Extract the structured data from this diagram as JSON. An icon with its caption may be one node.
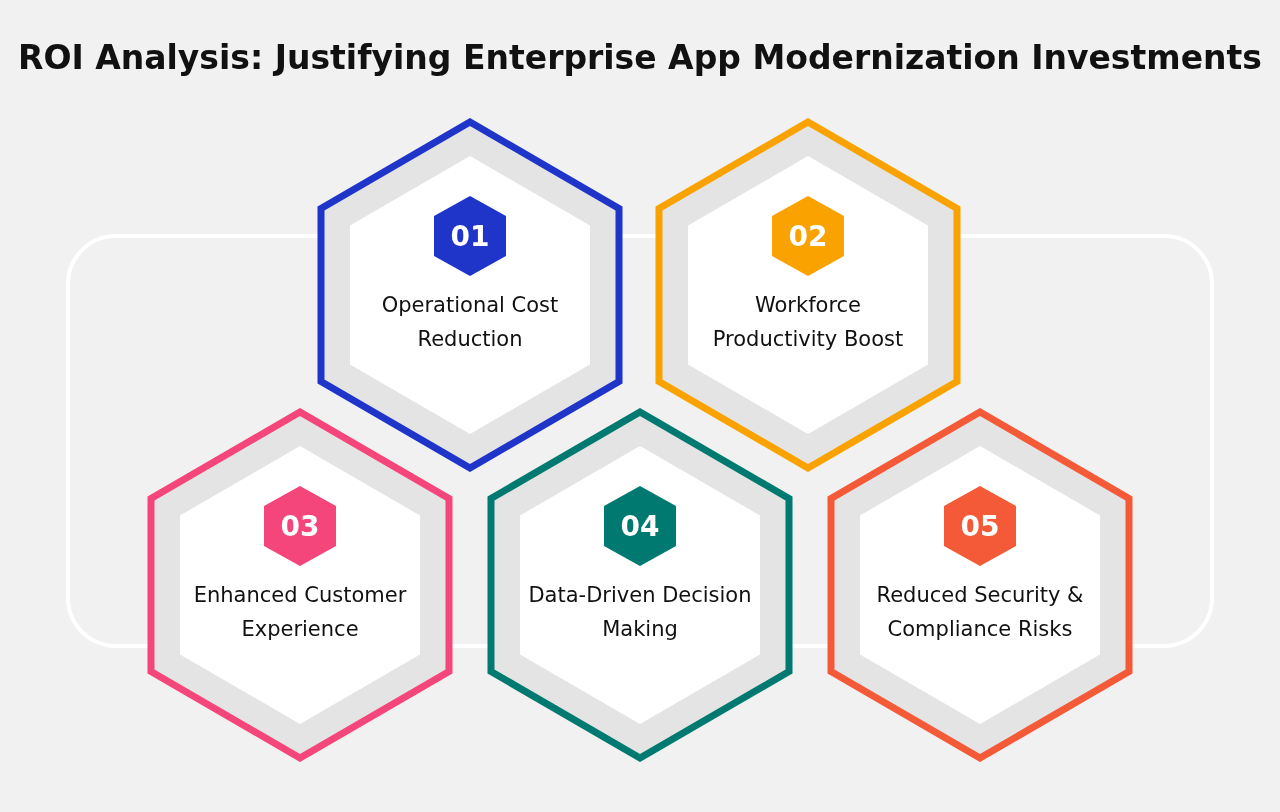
{
  "diagram": {
    "title": "ROI Analysis: Justifying Enterprise App Modernization Investments",
    "nodes": [
      {
        "text": [
          "01",
          "Operational Cost Reduction"
        ]
      },
      {
        "text": [
          "02",
          "Workforce Productivity Boost"
        ]
      },
      {
        "text": [
          "03",
          "Enhanced Customer Experience"
        ]
      },
      {
        "text": [
          "04",
          "Data-Driven Decision Making"
        ]
      },
      {
        "text": [
          "05",
          "Reduced Security & Compliance Risks"
        ]
      }
    ],
    "edges": []
  }
}
